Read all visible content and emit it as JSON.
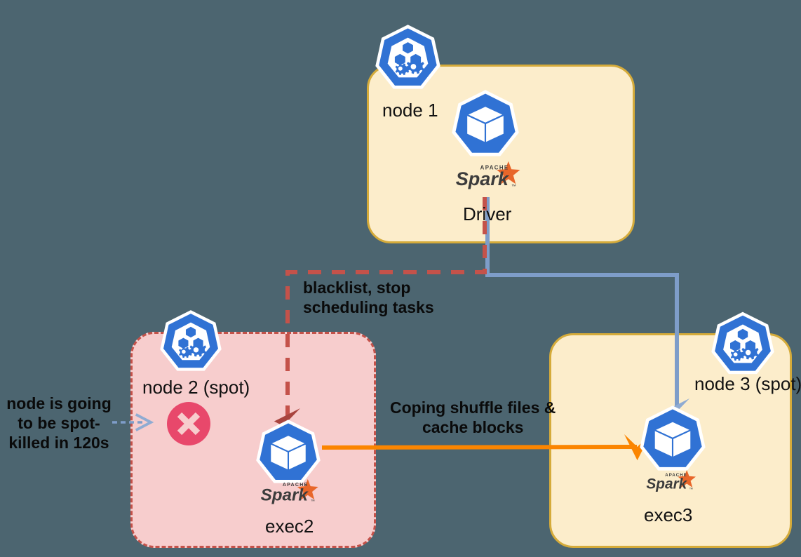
{
  "diagram": {
    "title": "Spark on Kubernetes spot-node decommission flow",
    "background_color": "#4c6570"
  },
  "nodes": [
    {
      "id": "node1",
      "label": "node 1",
      "kind": "kubernetes-node",
      "spot": false,
      "box_fill": "#fcedcb",
      "box_border": "#d5ab3a",
      "border_style": "solid",
      "pod": {
        "label": "Driver",
        "icon": "kubernetes-pod-icon",
        "logo": "apache-spark-logo"
      }
    },
    {
      "id": "node2",
      "label": "node 2 (spot)",
      "kind": "kubernetes-node",
      "spot": true,
      "box_fill": "#f7cdcd",
      "box_border": "#c4524a",
      "border_style": "dashed",
      "status_icon": "error-x-circle-icon",
      "status_color": "#e8486b",
      "pod": {
        "label": "exec2",
        "icon": "kubernetes-pod-icon",
        "logo": "apache-spark-logo"
      }
    },
    {
      "id": "node3",
      "label": "node 3 (spot)",
      "kind": "kubernetes-node",
      "spot": true,
      "box_fill": "#fcedcb",
      "box_border": "#d5ab3a",
      "border_style": "solid",
      "pod": {
        "label": "exec3",
        "icon": "kubernetes-pod-icon",
        "logo": "apache-spark-logo"
      }
    }
  ],
  "annotations": {
    "spot_kill_warning": "node is going to be spot-killed in 120s",
    "blacklist_line1": "blacklist, stop",
    "blacklist_line2": "scheduling tasks",
    "copy_line1": "Coping shuffle files &",
    "copy_line2": "cache blocks"
  },
  "connectors": [
    {
      "name": "driver-to-exec2-blacklist",
      "from": "Driver",
      "to": "exec2",
      "style": "dashed",
      "color": "#c4524a",
      "label": "blacklist, stop scheduling tasks"
    },
    {
      "name": "driver-to-exec3",
      "from": "Driver",
      "to": "exec3",
      "style": "solid",
      "color": "#7e9dc9",
      "label": ""
    },
    {
      "name": "exec2-to-exec3-copy",
      "from": "exec2",
      "to": "exec3",
      "style": "solid",
      "color": "#fb8500",
      "label": "Coping shuffle files & cache blocks"
    },
    {
      "name": "spot-kill-notice-to-node2",
      "from": "notice",
      "to": "node 2 (spot)",
      "style": "dashed",
      "color": "#7e9dc9",
      "label": "node is going to be spot-killed in 120s"
    }
  ],
  "spark_logo": {
    "apache_text": "APACHE",
    "wordmark": "Spark",
    "tm": "™"
  },
  "palette": {
    "k8s_blue": "#3072d4",
    "spark_orange": "#e8662a",
    "copy_orange": "#fb8500",
    "blue_arrow": "#7e9dc9",
    "red_dash": "#c4524a",
    "error_red": "#e8486b"
  }
}
